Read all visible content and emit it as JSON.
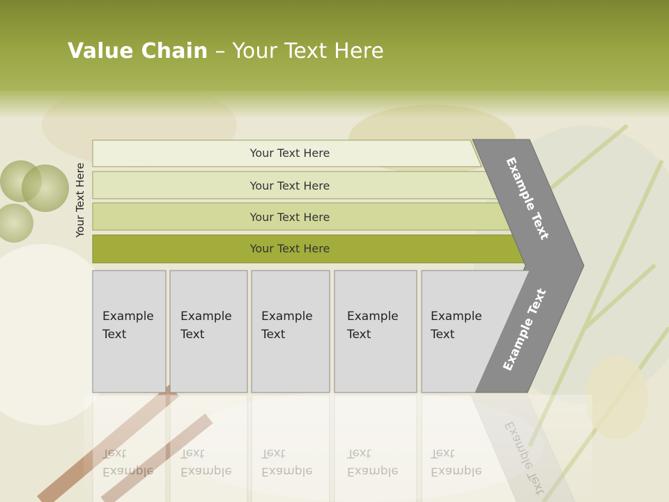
{
  "slide": {
    "title_bold": "Value Chain",
    "title_rest": " – Your Text Here"
  },
  "side_label": "Your Text Here",
  "bars": [
    {
      "label": "Your Text Here",
      "color": "#eef0dc"
    },
    {
      "label": "Your Text Here",
      "color": "#e2e6bf"
    },
    {
      "label": "Your Text Here",
      "color": "#d3d99b"
    },
    {
      "label": "Your Text Here",
      "color": "#a3ad3c"
    }
  ],
  "boxes": [
    {
      "line1": "Example",
      "line2": "Text"
    },
    {
      "line1": "Example",
      "line2": "Text"
    },
    {
      "line1": "Example",
      "line2": "Text"
    },
    {
      "line1": "Example",
      "line2": "Text"
    },
    {
      "line1": "Example",
      "line2": "Text"
    }
  ],
  "chevron": {
    "upper_label": "Example Text",
    "lower_label": "Example Text",
    "color": "#8c8c8c"
  },
  "colors": {
    "header_top": "#7f8a30",
    "header_bottom": "#a9b44c",
    "box_fill": "#d9d9d9",
    "box_border": "#8a8a8a"
  }
}
